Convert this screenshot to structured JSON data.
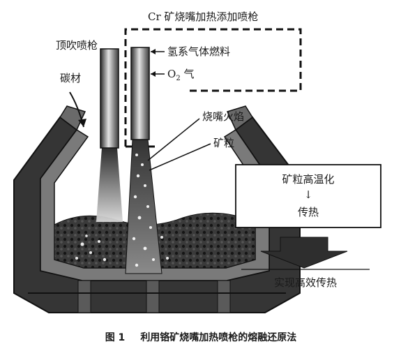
{
  "labels": {
    "burner_lance_title": "Cr 矿烧嘴加热添加喷枪",
    "top_lance": "顶吹喷枪",
    "carbon": "碳材",
    "hydrogen_fuel": "氢系气体燃料",
    "o2_prefix": "O",
    "o2_sub": "2",
    "o2_suffix": " 气",
    "flame": "烧嘴火焰",
    "ore": "矿粒"
  },
  "process_box": {
    "line1": "矿粒高温化",
    "arrow": "↓",
    "line2": "传热"
  },
  "result": "实现高效传热",
  "caption": {
    "number": "图 1",
    "text": "利用铬矿烧嘴加热喷枪的熔融还原法"
  }
}
